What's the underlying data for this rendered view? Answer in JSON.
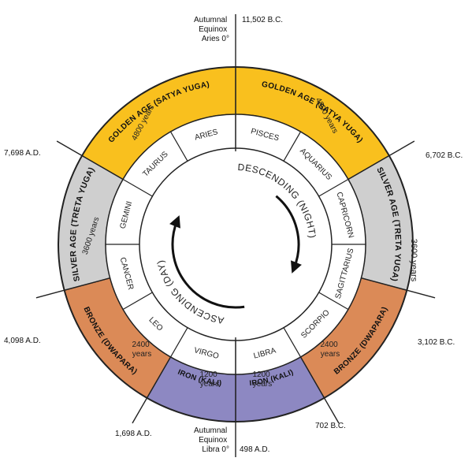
{
  "markers": {
    "top_left": [
      "Autumnal",
      "Equinox",
      "Aries 0°"
    ],
    "top_right": "11,502 B.C.",
    "upper_left": "7,698 A.D.",
    "upper_right": "6,702 B.C.",
    "lower_left": "4,098 A.D.",
    "lower_right": "3,102 B.C.",
    "bottom_left": "1,698 A.D.",
    "bottom_center": [
      "Autumnal",
      "Equinox",
      "Libra 0°"
    ],
    "bottom_right_a": "702 B.C.",
    "bottom_right_b": "498 A.D."
  },
  "ages": {
    "golden": {
      "name": "GOLDEN AGE (SATYA YUGA)",
      "years": "4800 years",
      "color": "#f9c01e"
    },
    "silver": {
      "name": "SILVER AGE (TRETA YUGA)",
      "years": "3600 years",
      "color": "#cfcfcf"
    },
    "bronze": {
      "name": "BRONZE (DWAPARA)",
      "years_line1": "2400",
      "years_line2": "years",
      "color": "#db8a57"
    },
    "iron": {
      "name": "IRON (KALI)",
      "years_line1": "1200",
      "years_line2": "years",
      "color": "#8d88c2"
    }
  },
  "signs": [
    "PISCES",
    "AQUARIUS",
    "CAPRICORN",
    "SAGITTARIUS",
    "SCORPIO",
    "LIBRA",
    "VIRGO",
    "LEO",
    "CANCER",
    "GEMINI",
    "TAURUS",
    "ARIES"
  ],
  "inner": {
    "descending": "DESCENDING (NIGHT)",
    "ascending": "ASCENDING (DAY)"
  }
}
